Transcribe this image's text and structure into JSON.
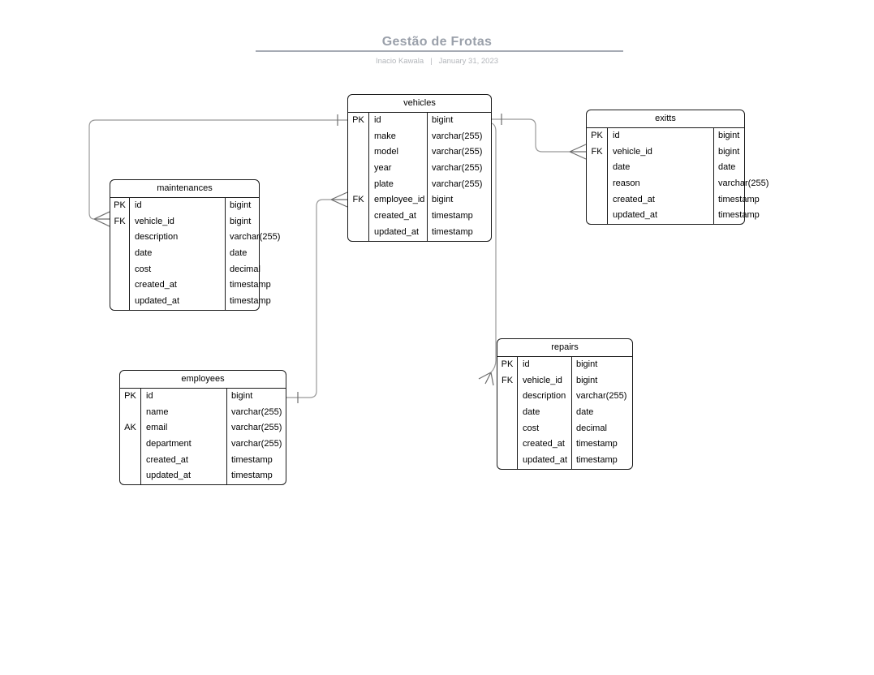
{
  "header": {
    "title": "Gestão de Frotas",
    "byline": "Inacio Kawala",
    "separator": "|",
    "date": "January 31, 2023"
  },
  "tables": [
    {
      "name": "vehicles",
      "rows": [
        {
          "key": "PK",
          "field": "id",
          "type": "bigint"
        },
        {
          "key": "",
          "field": "make",
          "type": "varchar(255)"
        },
        {
          "key": "",
          "field": "model",
          "type": "varchar(255)"
        },
        {
          "key": "",
          "field": "year",
          "type": "varchar(255)"
        },
        {
          "key": "",
          "field": "plate",
          "type": "varchar(255)"
        },
        {
          "key": "FK",
          "field": "employee_id",
          "type": "bigint"
        },
        {
          "key": "",
          "field": "created_at",
          "type": "timestamp"
        },
        {
          "key": "",
          "field": "updated_at",
          "type": "timestamp"
        }
      ]
    },
    {
      "name": "maintenances",
      "rows": [
        {
          "key": "PK",
          "field": "id",
          "type": "bigint"
        },
        {
          "key": "FK",
          "field": "vehicle_id",
          "type": "bigint"
        },
        {
          "key": "",
          "field": "description",
          "type": "varchar(255)"
        },
        {
          "key": "",
          "field": "date",
          "type": "date"
        },
        {
          "key": "",
          "field": "cost",
          "type": "decimal"
        },
        {
          "key": "",
          "field": "created_at",
          "type": "timestamp"
        },
        {
          "key": "",
          "field": "updated_at",
          "type": "timestamp"
        }
      ]
    },
    {
      "name": "exitts",
      "rows": [
        {
          "key": "PK",
          "field": "id",
          "type": "bigint"
        },
        {
          "key": "FK",
          "field": "vehicle_id",
          "type": "bigint"
        },
        {
          "key": "",
          "field": "date",
          "type": "date"
        },
        {
          "key": "",
          "field": "reason",
          "type": "varchar(255)"
        },
        {
          "key": "",
          "field": "created_at",
          "type": "timestamp"
        },
        {
          "key": "",
          "field": "updated_at",
          "type": "timestamp"
        }
      ]
    },
    {
      "name": "employees",
      "rows": [
        {
          "key": "PK",
          "field": "id",
          "type": "bigint"
        },
        {
          "key": "",
          "field": "name",
          "type": "varchar(255)"
        },
        {
          "key": "AK",
          "field": "email",
          "type": "varchar(255)"
        },
        {
          "key": "",
          "field": "department",
          "type": "varchar(255)"
        },
        {
          "key": "",
          "field": "created_at",
          "type": "timestamp"
        },
        {
          "key": "",
          "field": "updated_at",
          "type": "timestamp"
        }
      ]
    },
    {
      "name": "repairs",
      "rows": [
        {
          "key": "PK",
          "field": "id",
          "type": "bigint"
        },
        {
          "key": "FK",
          "field": "vehicle_id",
          "type": "bigint"
        },
        {
          "key": "",
          "field": "description",
          "type": "varchar(255)"
        },
        {
          "key": "",
          "field": "date",
          "type": "date"
        },
        {
          "key": "",
          "field": "cost",
          "type": "decimal"
        },
        {
          "key": "",
          "field": "created_at",
          "type": "timestamp"
        },
        {
          "key": "",
          "field": "updated_at",
          "type": "timestamp"
        }
      ]
    }
  ],
  "relationships": [
    {
      "from": "vehicles.id",
      "to": "maintenances.vehicle_id",
      "from_cardinality": "one",
      "to_cardinality": "many"
    },
    {
      "from": "vehicles.id",
      "to": "exitts.vehicle_id",
      "from_cardinality": "one",
      "to_cardinality": "many"
    },
    {
      "from": "vehicles.id",
      "to": "repairs.vehicle_id",
      "from_cardinality": "one",
      "to_cardinality": "many"
    },
    {
      "from": "employees.id",
      "to": "vehicles.employee_id",
      "from_cardinality": "one",
      "to_cardinality": "many"
    }
  ],
  "colors": {
    "connector": "#999999",
    "marker": "#6e6e6e",
    "table_border": "#1a1a1a",
    "title": "#9aa0aa",
    "rule": "#a6abb4",
    "subtitle": "#b3b6bb",
    "text": "#000000"
  }
}
